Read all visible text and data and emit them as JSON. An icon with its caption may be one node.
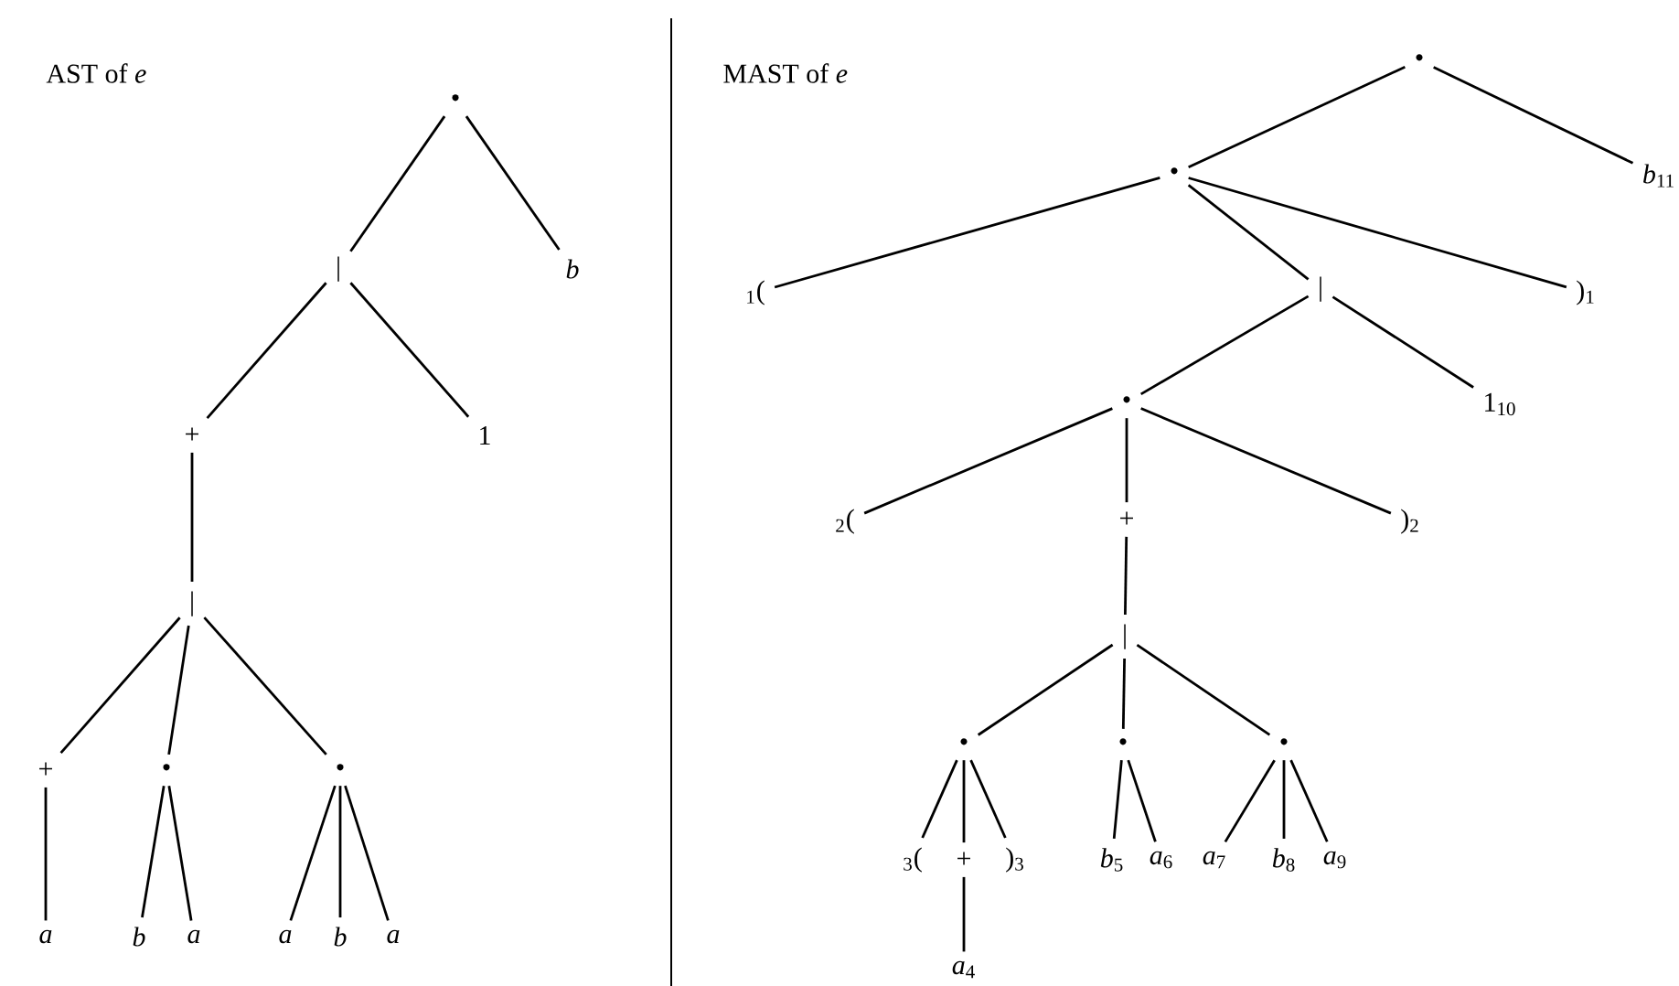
{
  "diagram": {
    "nodes": [
      {
        "text": [
          "•"
        ]
      },
      {
        "text": [
          "|"
        ]
      },
      {
        "text": [
          "*b*"
        ]
      },
      {
        "text": [
          "+"
        ]
      },
      {
        "text": [
          "1"
        ]
      },
      {
        "text": [
          "|"
        ]
      },
      {
        "text": [
          "+"
        ]
      },
      {
        "text": [
          "•"
        ]
      },
      {
        "text": [
          "•"
        ]
      },
      {
        "text": [
          "*a*"
        ]
      },
      {
        "text": [
          "*b*"
        ]
      },
      {
        "text": [
          "*a*"
        ]
      },
      {
        "text": [
          "*a*"
        ]
      },
      {
        "text": [
          "*b*"
        ]
      },
      {
        "text": [
          "*a*"
        ]
      },
      {
        "text": [
          "•"
        ]
      },
      {
        "text": [
          "•"
        ]
      },
      {
        "text": [
          "*b*$_{11}$"
        ]
      },
      {
        "text": [
          "$_{1}$("
        ]
      },
      {
        "text": [
          "|"
        ]
      },
      {
        "text": [
          ")$_{1}$"
        ]
      },
      {
        "text": [
          "•"
        ]
      },
      {
        "text": [
          "1$_{10}$"
        ]
      },
      {
        "text": [
          "$_{2}$("
        ]
      },
      {
        "text": [
          "+"
        ]
      },
      {
        "text": [
          ")$_{2}$"
        ]
      },
      {
        "text": [
          "|"
        ]
      },
      {
        "text": [
          "•"
        ]
      },
      {
        "text": [
          "•"
        ]
      },
      {
        "text": [
          "•"
        ]
      },
      {
        "text": [
          "$_{3}$("
        ]
      },
      {
        "text": [
          "+"
        ]
      },
      {
        "text": [
          ")$_{3}$"
        ]
      },
      {
        "text": [
          "*b*$_{5}$"
        ]
      },
      {
        "text": [
          "*a*$_{6}$"
        ]
      },
      {
        "text": [
          "*a*$_{7}$"
        ]
      },
      {
        "text": [
          "*b*$_{8}$"
        ]
      },
      {
        "text": [
          "*a*$_{9}$"
        ]
      },
      {
        "text": [
          "*a*$_{4}$"
        ]
      }
    ],
    "edges": [
      {
        "from": 0,
        "to": 1,
        "arrow": "none"
      },
      {
        "from": 0,
        "to": 2,
        "arrow": "none"
      },
      {
        "from": 1,
        "to": 3,
        "arrow": "none"
      },
      {
        "from": 1,
        "to": 4,
        "arrow": "none"
      },
      {
        "from": 3,
        "to": 5,
        "arrow": "none"
      },
      {
        "from": 5,
        "to": 6,
        "arrow": "none"
      },
      {
        "from": 5,
        "to": 7,
        "arrow": "none"
      },
      {
        "from": 5,
        "to": 8,
        "arrow": "none"
      },
      {
        "from": 6,
        "to": 9,
        "arrow": "none"
      },
      {
        "from": 7,
        "to": 10,
        "arrow": "none"
      },
      {
        "from": 7,
        "to": 11,
        "arrow": "none"
      },
      {
        "from": 8,
        "to": 12,
        "arrow": "none"
      },
      {
        "from": 8,
        "to": 13,
        "arrow": "none"
      },
      {
        "from": 8,
        "to": 14,
        "arrow": "none"
      },
      {
        "from": 15,
        "to": 16,
        "arrow": "none"
      },
      {
        "from": 15,
        "to": 17,
        "arrow": "none"
      },
      {
        "from": 16,
        "to": 18,
        "arrow": "none"
      },
      {
        "from": 16,
        "to": 19,
        "arrow": "none"
      },
      {
        "from": 16,
        "to": 20,
        "arrow": "none"
      },
      {
        "from": 19,
        "to": 21,
        "arrow": "none"
      },
      {
        "from": 19,
        "to": 22,
        "arrow": "none"
      },
      {
        "from": 21,
        "to": 23,
        "arrow": "none"
      },
      {
        "from": 21,
        "to": 24,
        "arrow": "none"
      },
      {
        "from": 21,
        "to": 25,
        "arrow": "none"
      },
      {
        "from": 24,
        "to": 26,
        "arrow": "none"
      },
      {
        "from": 26,
        "to": 27,
        "arrow": "none"
      },
      {
        "from": 26,
        "to": 28,
        "arrow": "none"
      },
      {
        "from": 26,
        "to": 29,
        "arrow": "none"
      },
      {
        "from": 27,
        "to": 30,
        "arrow": "none"
      },
      {
        "from": 27,
        "to": 31,
        "arrow": "none"
      },
      {
        "from": 27,
        "to": 32,
        "arrow": "none"
      },
      {
        "from": 28,
        "to": 33,
        "arrow": "none"
      },
      {
        "from": 28,
        "to": 34,
        "arrow": "none"
      },
      {
        "from": 29,
        "to": 35,
        "arrow": "none"
      },
      {
        "from": 29,
        "to": 36,
        "arrow": "none"
      },
      {
        "from": 29,
        "to": 37,
        "arrow": "none"
      },
      {
        "from": 31,
        "to": 38,
        "arrow": "none"
      }
    ],
    "labels": [
      "AST of *e*",
      "MAST of *e*"
    ]
  }
}
